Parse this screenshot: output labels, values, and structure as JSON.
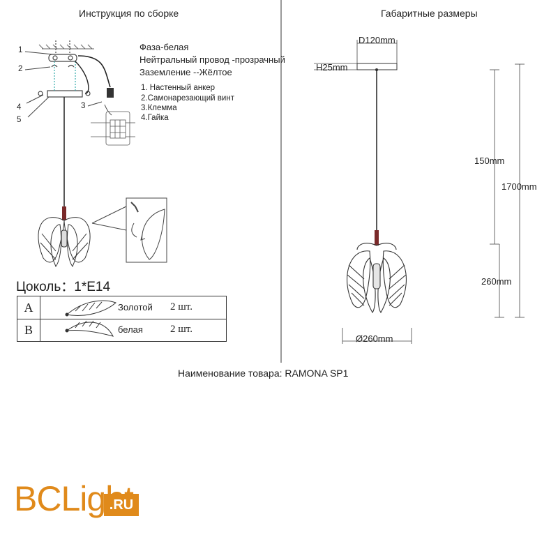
{
  "headers": {
    "left": "Инструкция по сборке",
    "right": "Габаритные размеры"
  },
  "wires": {
    "phase": "Фаза-белая",
    "neutral": "Нейтральный провод -прозрачный",
    "ground": "Заземление --Жёлтое"
  },
  "parts": [
    "1. Настенный анкер",
    "2.Самонарезающий винт",
    "3.Клемма",
    "4.Гайка"
  ],
  "callouts": [
    "1",
    "2",
    "3",
    "4",
    "5"
  ],
  "socket": "Цоколь：1*E14",
  "table": [
    {
      "letter": "A",
      "color": "Золотой",
      "qty": "2 шт."
    },
    {
      "letter": "B",
      "color": "белая",
      "qty": "2 шт."
    }
  ],
  "dimensions": {
    "d_canopy": "D120mm",
    "h_canopy": "H25mm",
    "cable": "150mm",
    "total": "1700mm",
    "shade_h": "260mm",
    "shade_d": "Ø260mm"
  },
  "product": "Наименование товара: RAMONA SP1",
  "logo": {
    "main": "BCLight",
    "suffix": ".RU"
  },
  "colors": {
    "accent": "#e08a1b",
    "lead": "#7a2a2a"
  }
}
